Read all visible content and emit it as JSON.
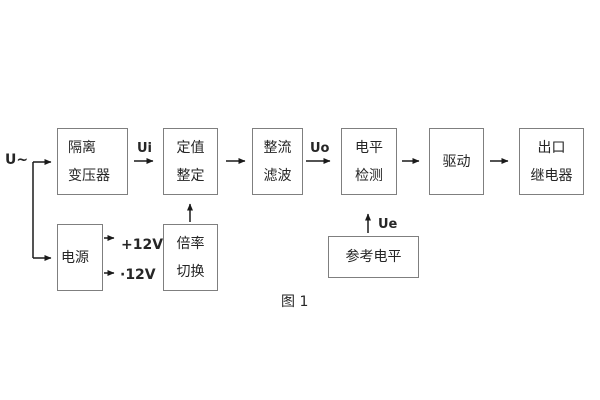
{
  "figure": {
    "caption": "图 1"
  },
  "labels": {
    "input": "U~",
    "ui": "Ui",
    "uo": "Uo",
    "ue": "Ue",
    "plus12v": "+12V",
    "minus12v": "·12V"
  },
  "blocks": {
    "isolation_transformer": {
      "line1": "隔离",
      "line2": "变压器"
    },
    "setting": {
      "line1": "定值",
      "line2": "整定"
    },
    "rectifier_filter": {
      "line1": "整流",
      "line2": "滤波"
    },
    "level_detector": {
      "line1": "电平",
      "line2": "检测"
    },
    "driver": {
      "line1": "驱动"
    },
    "output_relay": {
      "line1": "出口",
      "line2": "继电器"
    },
    "power_supply": {
      "line1": "电源"
    },
    "ratio_switch": {
      "line1": "倍率",
      "line2": "切换"
    },
    "reference_level": {
      "line1": "参考电平"
    }
  },
  "colors": {
    "background": "#ffffff",
    "box_border": "#7f7f7f",
    "wire": "#1a1a1a",
    "text": "#262626"
  }
}
